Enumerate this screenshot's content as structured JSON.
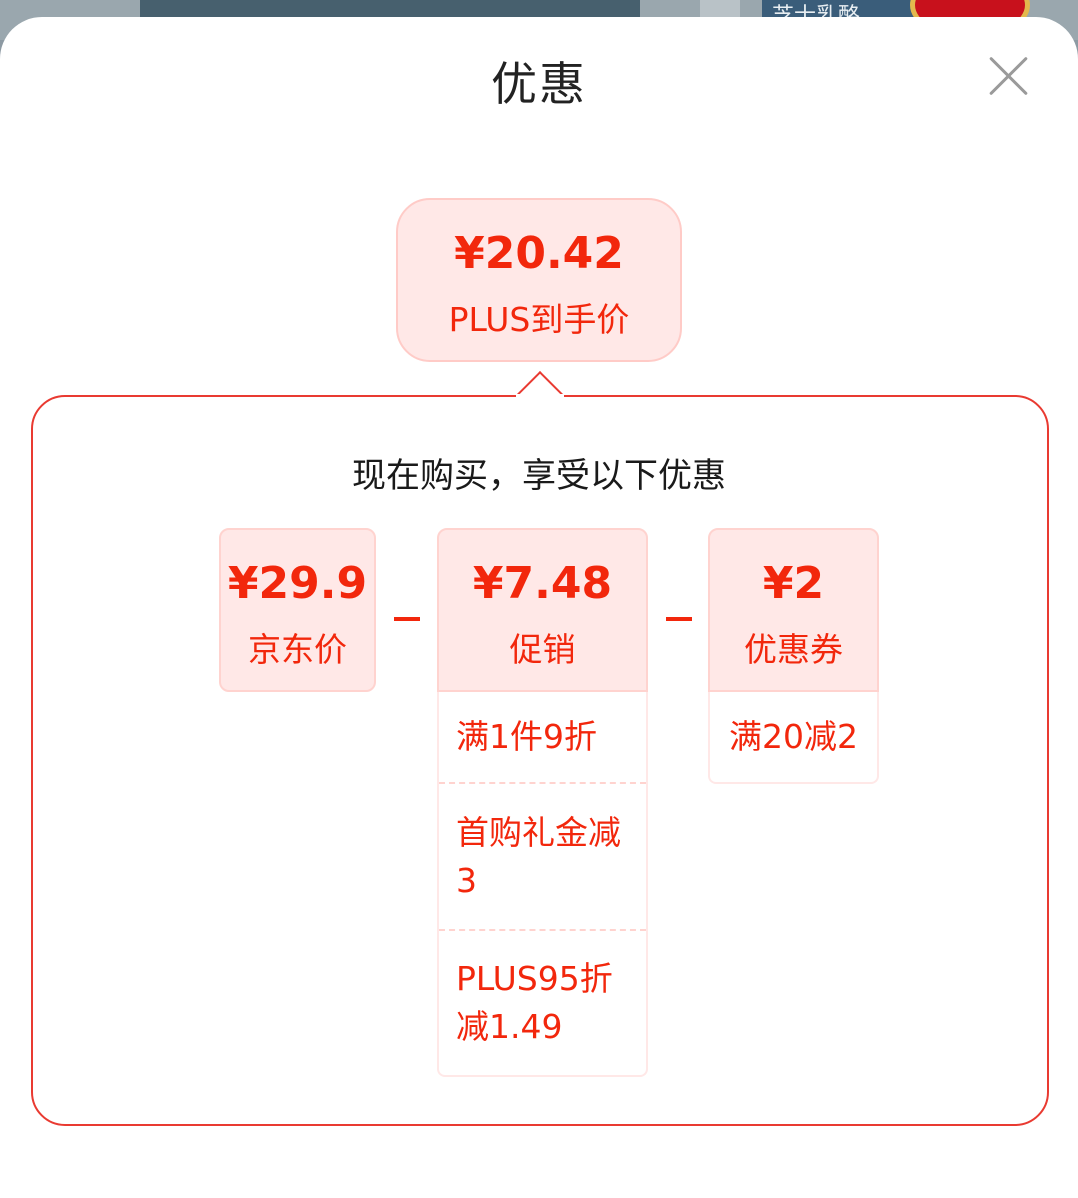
{
  "background": {
    "peek_text": "芝士乳酪"
  },
  "sheet": {
    "title": "优惠",
    "final_price": {
      "amount": "¥20.42",
      "label": "PLUS到手价"
    },
    "panel": {
      "subtitle": "现在购买，享受以下优惠",
      "cards": [
        {
          "amount": "¥29.9",
          "label": "京东价"
        },
        {
          "amount": "¥7.48",
          "label": "促销"
        },
        {
          "amount": "¥2",
          "label": "优惠券"
        }
      ],
      "operator": "－",
      "promo_items": [
        "满1件9折",
        "首购礼金减3",
        "PLUS95折减1.49"
      ],
      "coupon_items": [
        "满20减2"
      ]
    }
  },
  "colors": {
    "accent": "#f2270c",
    "card_bg": "#ffe8e7",
    "panel_border": "#e93a31"
  }
}
